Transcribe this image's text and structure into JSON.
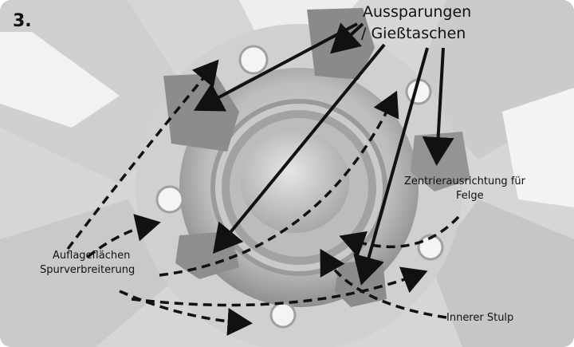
{
  "step_number": "3.",
  "labels": {
    "aussparungen_line1": "Aussparungen",
    "aussparungen_line2": "/ Gießtaschen",
    "zentrier_line1": "Zentrierausrichtung für",
    "zentrier_line2": "Felge",
    "auflage_line1": "Auflageflächen",
    "auflage_line2": "Spurverbreiterung",
    "innerer_stulp": "Innerer Stulp"
  },
  "colors": {
    "background": "#ffffff",
    "wheel_light": "#e3e3e3",
    "wheel_mid": "#c4c4c4",
    "wheel_dark": "#8a8a8a",
    "arrow": "#111111"
  }
}
